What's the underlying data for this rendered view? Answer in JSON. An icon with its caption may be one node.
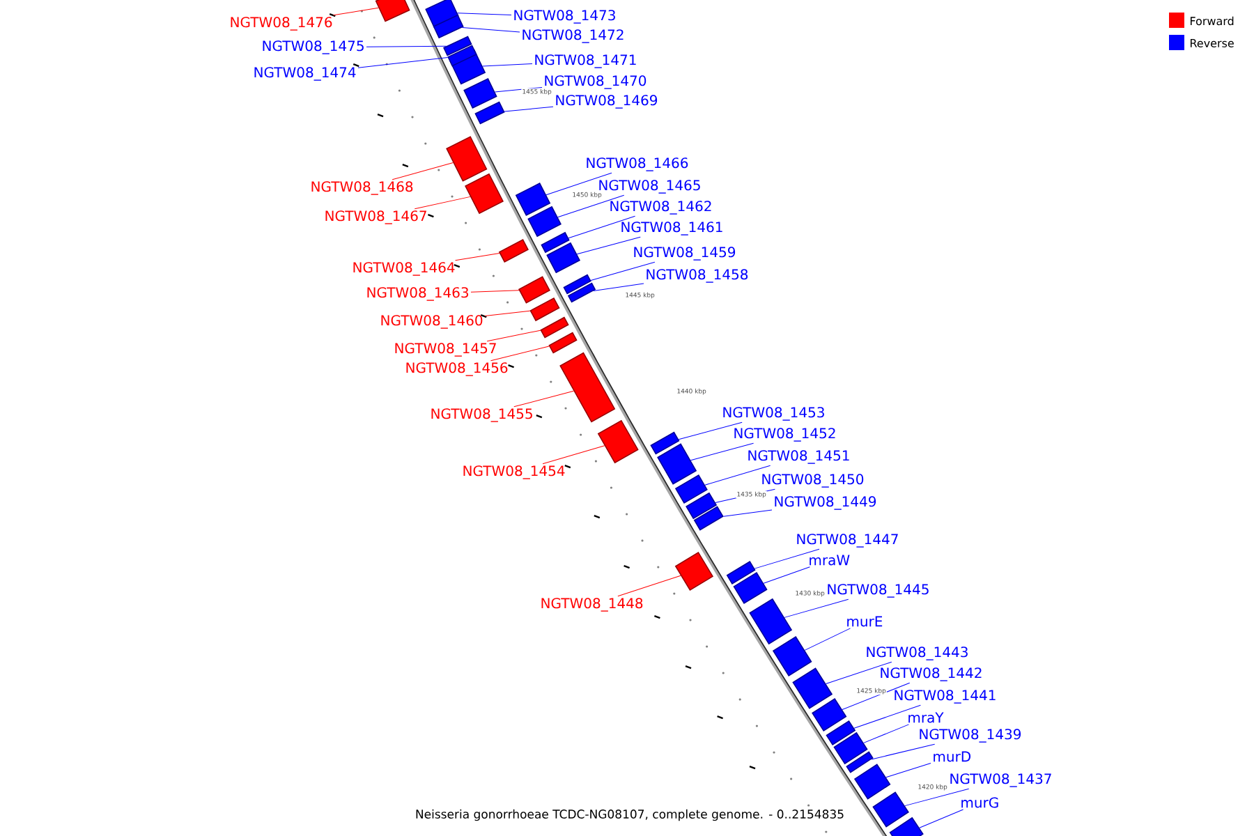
{
  "diagram": {
    "caption": "Neisseria gonorrhoeae TCDC-NG08107, complete genome. - 0..2154835",
    "nodes": [
      {
        "text": [
          "NGTW08_1476"
        ]
      },
      {
        "text": [
          "NGTW08_1473"
        ]
      },
      {
        "text": [
          "NGTW08_1472"
        ]
      },
      {
        "text": [
          "NGTW08_1475"
        ]
      },
      {
        "text": [
          "NGTW08_1471"
        ]
      },
      {
        "text": [
          "NGTW08_1474"
        ]
      },
      {
        "text": [
          "NGTW08_1470"
        ]
      },
      {
        "text": [
          "NGTW08_1469"
        ]
      },
      {
        "text": [
          "NGTW08_1466"
        ]
      },
      {
        "text": [
          "NGTW08_1465"
        ]
      },
      {
        "text": [
          "NGTW08_1468"
        ]
      },
      {
        "text": [
          "NGTW08_1462"
        ]
      },
      {
        "text": [
          "NGTW08_1467"
        ]
      },
      {
        "text": [
          "NGTW08_1461"
        ]
      },
      {
        "text": [
          "NGTW08_1459"
        ]
      },
      {
        "text": [
          "NGTW08_1464"
        ]
      },
      {
        "text": [
          "NGTW08_1458"
        ]
      },
      {
        "text": [
          "NGTW08_1463"
        ]
      },
      {
        "text": [
          "NGTW08_1460"
        ]
      },
      {
        "text": [
          "NGTW08_1457"
        ]
      },
      {
        "text": [
          "NGTW08_1456"
        ]
      },
      {
        "text": [
          "NGTW08_1453"
        ]
      },
      {
        "text": [
          "NGTW08_1455"
        ]
      },
      {
        "text": [
          "NGTW08_1452"
        ]
      },
      {
        "text": [
          "NGTW08_1451"
        ]
      },
      {
        "text": [
          "NGTW08_1454"
        ]
      },
      {
        "text": [
          "NGTW08_1450"
        ]
      },
      {
        "text": [
          "NGTW08_1449"
        ]
      },
      {
        "text": [
          "NGTW08_1447"
        ]
      },
      {
        "text": [
          "mraW"
        ]
      },
      {
        "text": [
          "NGTW08_1445"
        ]
      },
      {
        "text": [
          "NGTW08_1448"
        ]
      },
      {
        "text": [
          "murE"
        ]
      },
      {
        "text": [
          "NGTW08_1443"
        ]
      },
      {
        "text": [
          "NGTW08_1442"
        ]
      },
      {
        "text": [
          "NGTW08_1441"
        ]
      },
      {
        "text": [
          "mraY"
        ]
      },
      {
        "text": [
          "NGTW08_1439"
        ]
      },
      {
        "text": [
          "murD"
        ]
      },
      {
        "text": [
          "NGTW08_1437"
        ]
      },
      {
        "text": [
          "murG"
        ]
      },
      {
        "text": [],
        "shape": "bar"
      },
      {
        "text": [],
        "shape": "bar"
      },
      {
        "text": [],
        "shape": "bar"
      },
      {
        "text": [],
        "shape": "bar"
      },
      {
        "text": [],
        "shape": "bar"
      },
      {
        "text": [],
        "shape": "bar"
      },
      {
        "text": [],
        "shape": "bar"
      },
      {
        "text": [],
        "shape": "bar"
      },
      {
        "text": [],
        "shape": "bar"
      },
      {
        "text": [],
        "shape": "bar"
      },
      {
        "text": [],
        "shape": "bar"
      },
      {
        "text": [],
        "shape": "bar"
      },
      {
        "text": [],
        "shape": "bar"
      },
      {
        "text": [],
        "shape": "bar"
      },
      {
        "text": [],
        "shape": "bar"
      },
      {
        "text": [],
        "shape": "bar"
      },
      {
        "text": [],
        "shape": "bar"
      },
      {
        "text": [],
        "shape": "bar"
      },
      {
        "text": [],
        "shape": "bar"
      },
      {
        "text": [],
        "shape": "bar"
      },
      {
        "text": [],
        "shape": "bar"
      },
      {
        "text": [],
        "shape": "bar"
      },
      {
        "text": [],
        "shape": "bar"
      },
      {
        "text": [],
        "shape": "bar"
      },
      {
        "text": [],
        "shape": "bar"
      },
      {
        "text": [],
        "shape": "bar"
      },
      {
        "text": [],
        "shape": "bar"
      },
      {
        "text": [],
        "shape": "bar"
      },
      {
        "text": [],
        "shape": "bar"
      },
      {
        "text": [],
        "shape": "bar"
      },
      {
        "text": [],
        "shape": "bar"
      },
      {
        "text": [],
        "shape": "bar"
      },
      {
        "text": [],
        "shape": "bar"
      },
      {
        "text": [],
        "shape": "bar"
      },
      {
        "text": [],
        "shape": "bar"
      },
      {
        "text": [],
        "shape": "bar"
      },
      {
        "text": [],
        "shape": "bar"
      },
      {
        "text": [],
        "shape": "bar"
      },
      {
        "text": [],
        "shape": "bar"
      },
      {
        "text": [],
        "shape": "bar"
      },
      {
        "text": [],
        "shape": "bar"
      }
    ],
    "edges": [
      {
        "from": 0,
        "to": 41,
        "arrow": "none",
        "color": "#ff0000"
      },
      {
        "from": 1,
        "to": 42,
        "arrow": "none"
      },
      {
        "from": 2,
        "to": 43,
        "arrow": "none"
      },
      {
        "from": 3,
        "to": 44,
        "arrow": "none"
      },
      {
        "from": 4,
        "to": 45,
        "arrow": "none"
      },
      {
        "from": 5,
        "to": 46,
        "arrow": "none"
      },
      {
        "from": 6,
        "to": 47,
        "arrow": "none"
      },
      {
        "from": 7,
        "to": 48,
        "arrow": "none"
      },
      {
        "from": 8,
        "to": 49,
        "arrow": "none"
      },
      {
        "from": 9,
        "to": 50,
        "arrow": "none"
      },
      {
        "from": 10,
        "to": 51,
        "arrow": "none",
        "color": "#ff0000"
      },
      {
        "from": 11,
        "to": 52,
        "arrow": "none"
      },
      {
        "from": 12,
        "to": 53,
        "arrow": "none",
        "color": "#ff0000"
      },
      {
        "from": 13,
        "to": 54,
        "arrow": "none"
      },
      {
        "from": 14,
        "to": 55,
        "arrow": "none"
      },
      {
        "from": 15,
        "to": 56,
        "arrow": "none",
        "color": "#ff0000"
      },
      {
        "from": 16,
        "to": 57,
        "arrow": "none"
      },
      {
        "from": 17,
        "to": 58,
        "arrow": "none",
        "color": "#ff0000"
      },
      {
        "from": 18,
        "to": 59,
        "arrow": "none",
        "color": "#ff0000"
      },
      {
        "from": 19,
        "to": 60,
        "arrow": "none",
        "color": "#ff0000"
      },
      {
        "from": 20,
        "to": 61,
        "arrow": "none",
        "color": "#ff0000"
      },
      {
        "from": 21,
        "to": 62,
        "arrow": "none"
      },
      {
        "from": 22,
        "to": 63,
        "arrow": "none",
        "color": "#ff0000"
      },
      {
        "from": 23,
        "to": 64,
        "arrow": "none"
      },
      {
        "from": 24,
        "to": 65,
        "arrow": "none"
      },
      {
        "from": 25,
        "to": 66,
        "arrow": "none",
        "color": "#ff0000"
      },
      {
        "from": 26,
        "to": 67,
        "arrow": "none"
      },
      {
        "from": 27,
        "to": 68,
        "arrow": "none"
      },
      {
        "from": 28,
        "to": 69,
        "arrow": "none"
      },
      {
        "from": 29,
        "to": 70,
        "arrow": "none"
      },
      {
        "from": 30,
        "to": 71,
        "arrow": "none"
      },
      {
        "from": 31,
        "to": 72,
        "arrow": "none",
        "color": "#ff0000"
      },
      {
        "from": 32,
        "to": 73,
        "arrow": "none"
      },
      {
        "from": 33,
        "to": 74,
        "arrow": "none"
      },
      {
        "from": 34,
        "to": 75,
        "arrow": "none"
      },
      {
        "from": 35,
        "to": 76,
        "arrow": "none"
      },
      {
        "from": 36,
        "to": 77,
        "arrow": "none"
      },
      {
        "from": 37,
        "to": 78,
        "arrow": "none"
      },
      {
        "from": 38,
        "to": 79,
        "arrow": "none"
      },
      {
        "from": 39,
        "to": 80,
        "arrow": "none"
      },
      {
        "from": 40,
        "to": 81,
        "arrow": "none"
      }
    ],
    "labels": [
      "1455 kbp",
      "1450 kbp",
      "1445 kbp",
      "1440 kbp",
      "1435 kbp",
      "1430 kbp",
      "1425 kbp",
      "1420 kbp"
    ],
    "legend": [
      {
        "text": "Forward",
        "color": "#ff0000"
      },
      {
        "text": "Reverse",
        "color": "#0000ff"
      }
    ]
  }
}
